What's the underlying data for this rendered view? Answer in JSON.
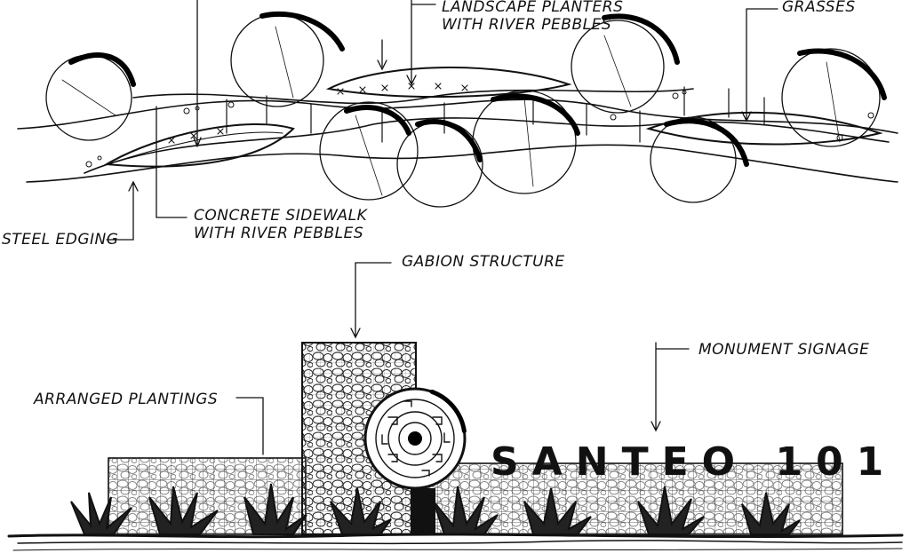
{
  "labels": {
    "landscape_planters": [
      "LANDSCAPE PLANTERS",
      "WITH RIVER PEBBLES"
    ],
    "grasses": "GRASSES",
    "steel_edging": "STEEL EDGING",
    "concrete_sidewalk": [
      "CONCRETE SIDEWALK",
      "WITH RIVER PEBBLES"
    ],
    "gabion_structure": "GABION STRUCTURE",
    "monument_signage": "MONUMENT SIGNAGE",
    "arranged_plantings": "ARRANGED PLANTINGS"
  },
  "sign": {
    "text": "SANTEO 101"
  }
}
